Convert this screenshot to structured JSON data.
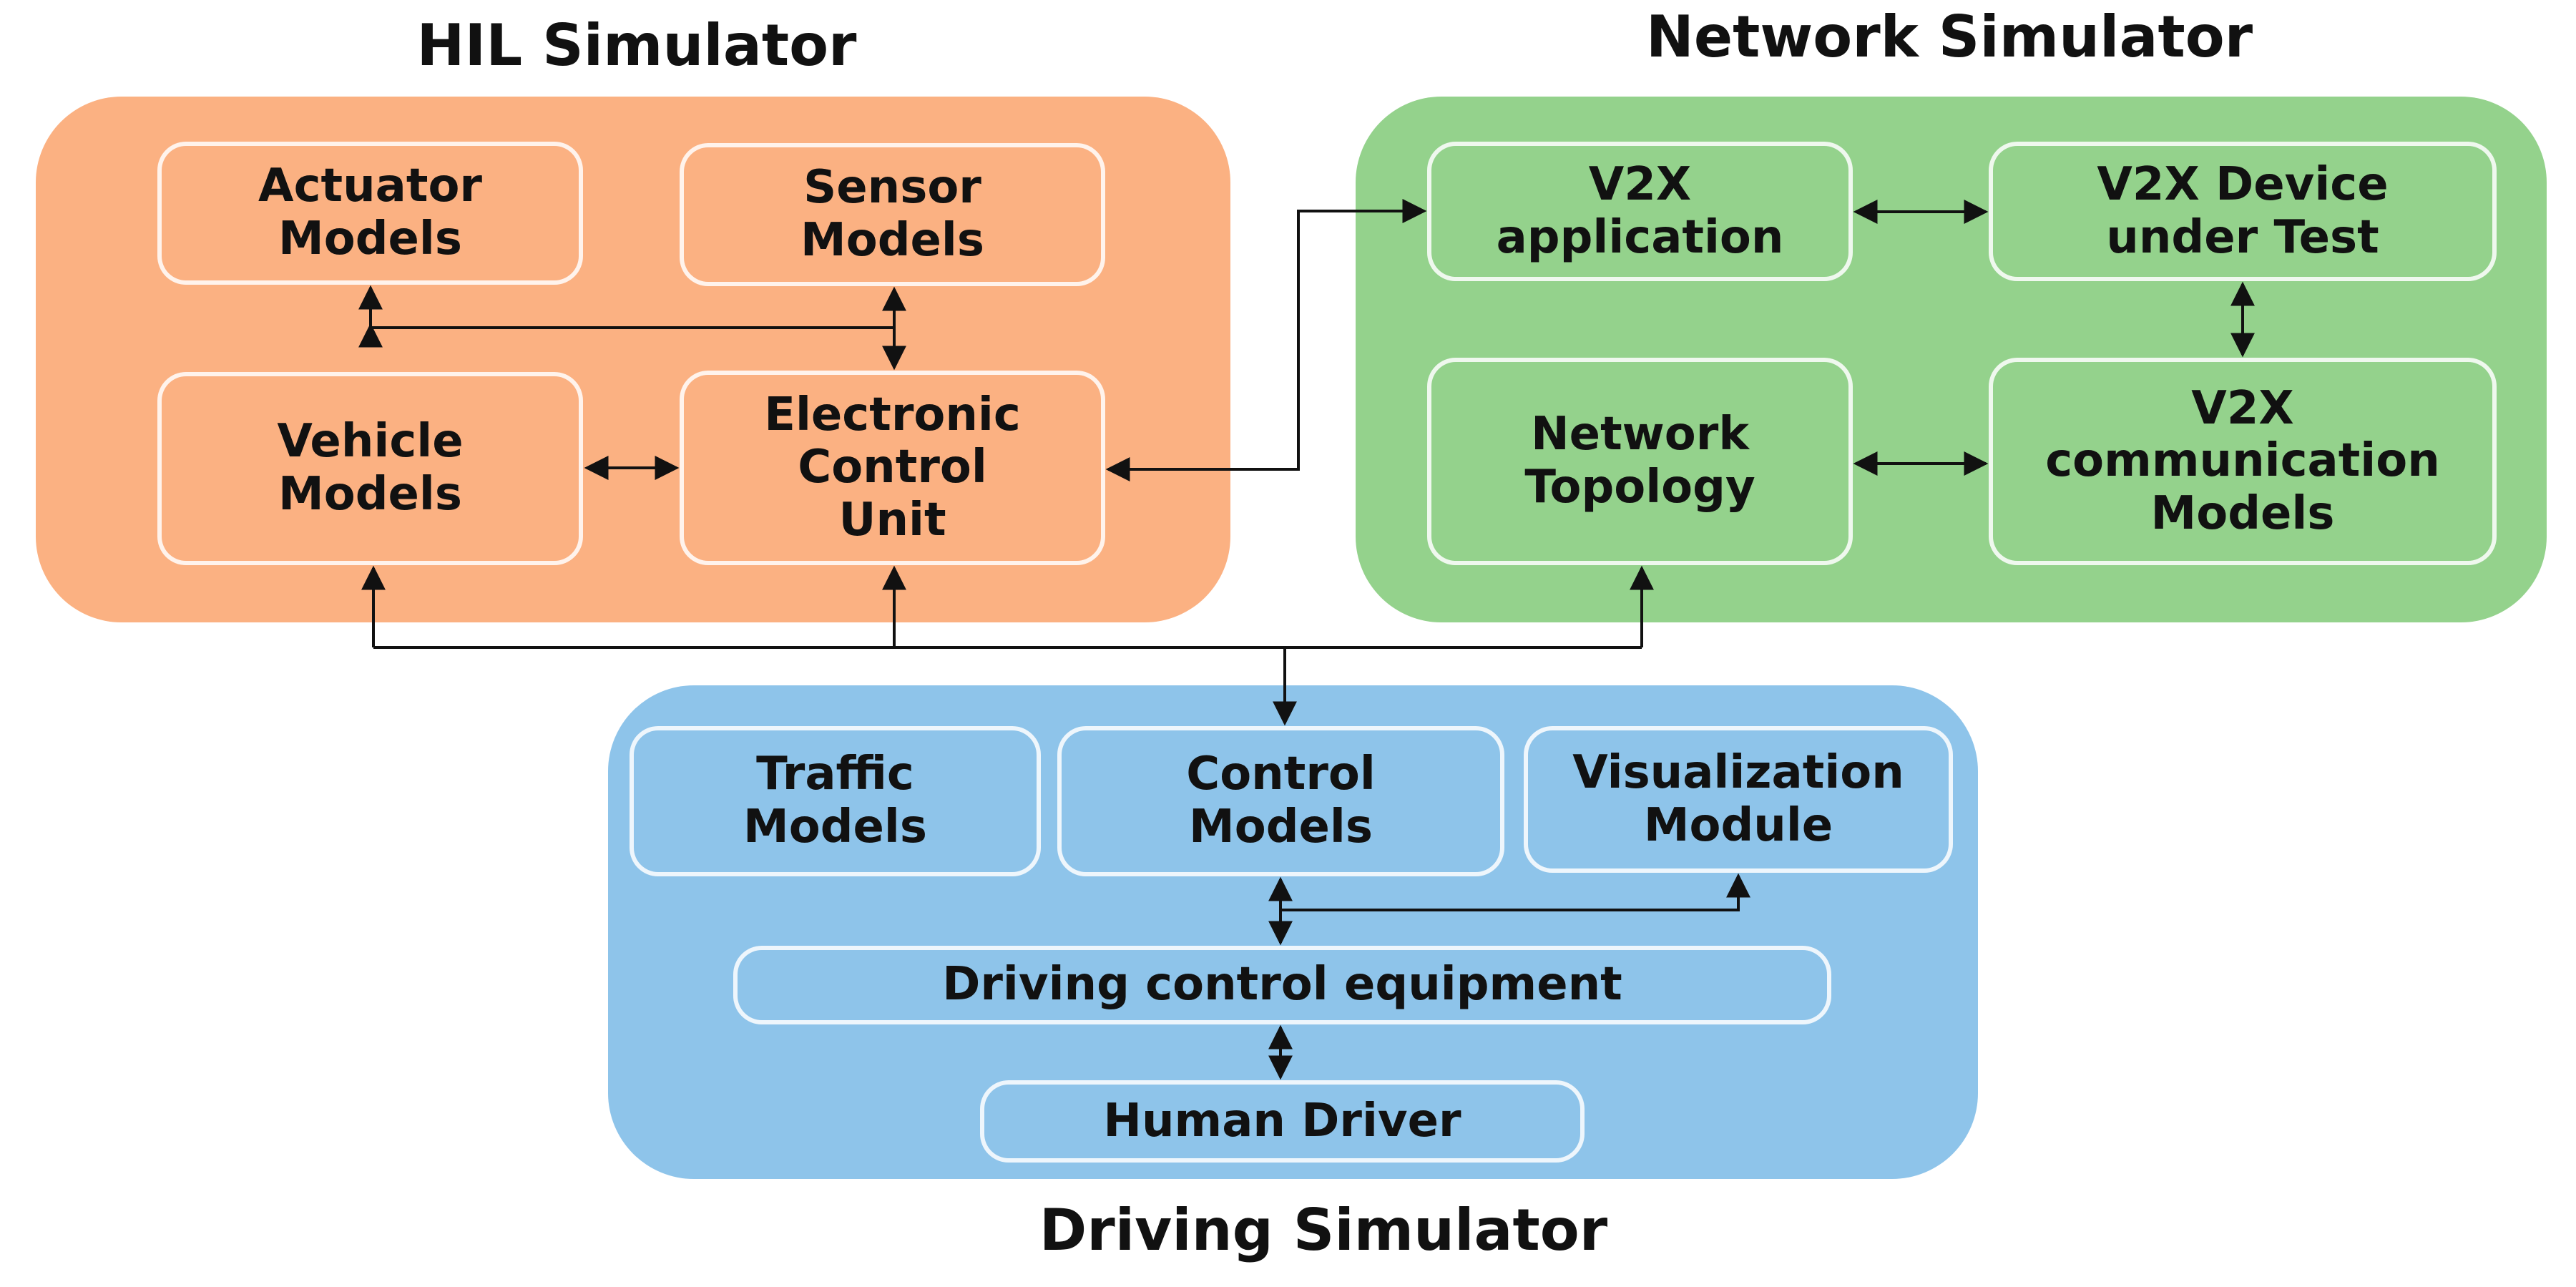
{
  "colors": {
    "hil": "#fbb182",
    "network": "#94d28c",
    "driving": "#8ec4ea",
    "line": "#111111"
  },
  "hil": {
    "title": "HIL Simulator",
    "actuator": "Actuator\nModels",
    "sensor": "Sensor\nModels",
    "vehicle": "Vehicle\nModels",
    "ecu": "Electronic\nControl\nUnit"
  },
  "network": {
    "title": "Network Simulator",
    "v2x_app": "V2X\napplication",
    "v2x_dut": "V2X Device\nunder Test",
    "topology": "Network\nTopology",
    "v2x_comm": "V2X\ncommunication\nModels"
  },
  "driving": {
    "title": "Driving Simulator",
    "traffic": "Traffic\nModels",
    "control": "Control\nModels",
    "visualization": "Visualization\nModule",
    "equipment": "Driving control equipment",
    "driver": "Human Driver"
  }
}
